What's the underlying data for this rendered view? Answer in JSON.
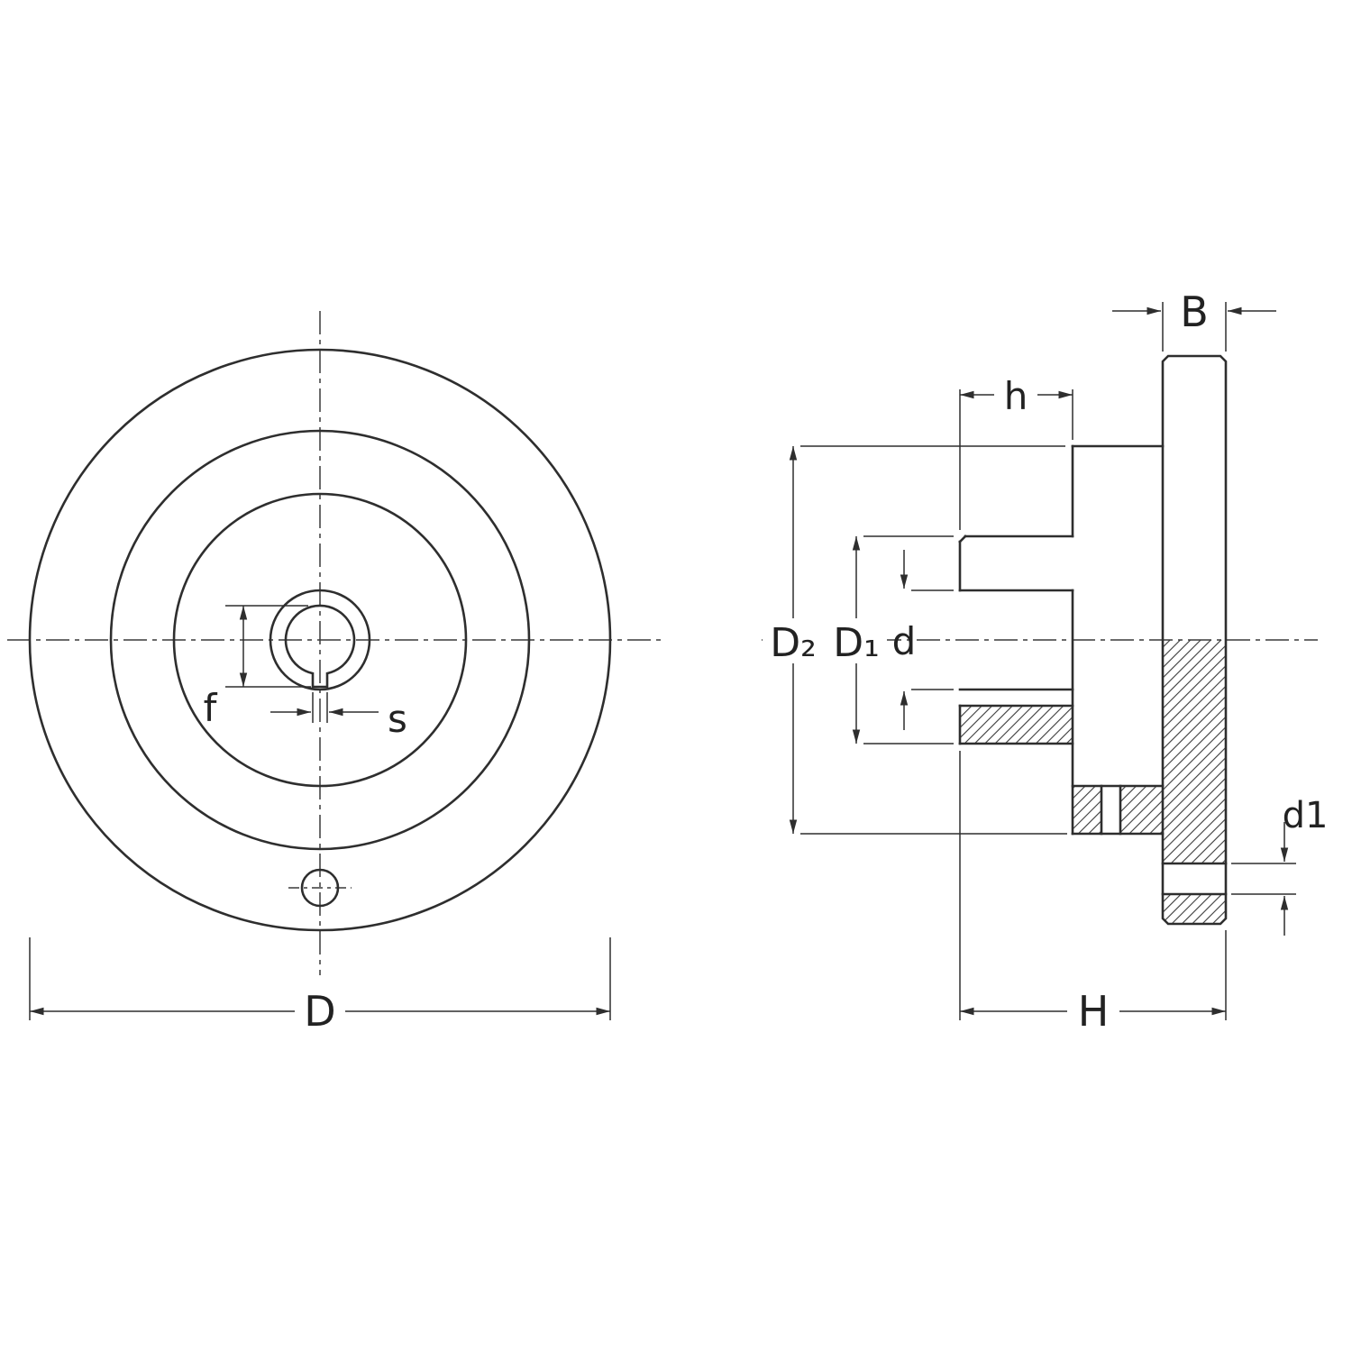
{
  "drawing": {
    "type": "technical-drawing",
    "front_view": {
      "dims": {
        "D": "D",
        "f": "f",
        "s": "s"
      }
    },
    "section_view": {
      "dims": {
        "B": "B",
        "h": "h",
        "D2": "D₂",
        "D1": "D₁",
        "d": "d",
        "d1": "d1",
        "H": "H"
      }
    }
  },
  "colors": {
    "line": "#2e2e2e",
    "hatch": "#3a3a3a",
    "background": "#ffffff"
  }
}
